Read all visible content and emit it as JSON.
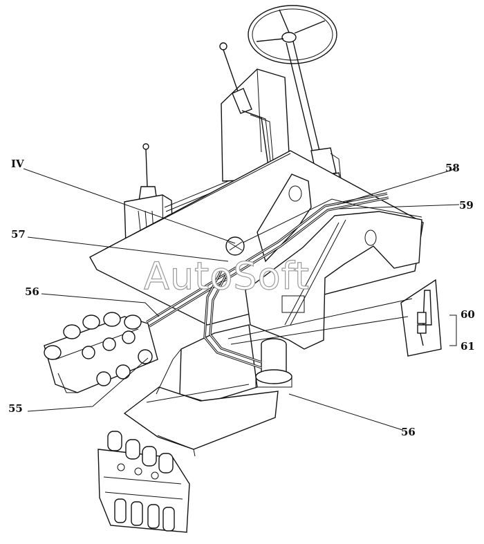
{
  "watermark": "AutoSoft",
  "callouts": {
    "iv": "IV",
    "c57": "57",
    "c56_left": "56",
    "c55": "55",
    "c58": "58",
    "c59": "59",
    "c60": "60",
    "c61": "61",
    "c56_right": "56"
  }
}
